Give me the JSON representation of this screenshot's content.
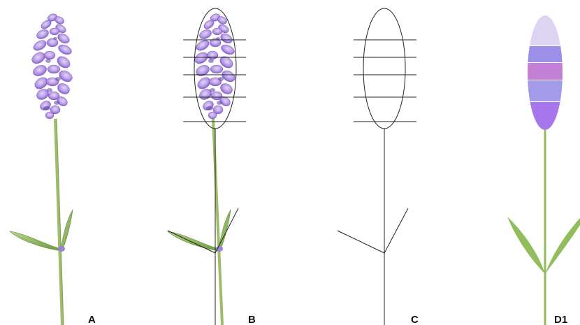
{
  "panels": [
    {
      "id": "A",
      "label": "A",
      "description_kind": "photo-lavender"
    },
    {
      "id": "B",
      "label": "B",
      "description_kind": "photo-with-guides"
    },
    {
      "id": "C",
      "label": "C",
      "description_kind": "guide-lines-only"
    },
    {
      "id": "D1",
      "label": "D1",
      "description_kind": "flat-vector"
    }
  ],
  "colors": {
    "stem": "#9dbd6a",
    "stem_dark": "#7fa14e",
    "leaf": "#92bd5c",
    "leaf_dark": "#6f9a3e",
    "flower_light": "#cbb4ee",
    "flower_mid": "#a88ae0",
    "flower_dark": "#7b55c8",
    "line": "#222222",
    "band_1": "#ddd3f3",
    "band_2": "#9b8fe6",
    "band_3": "#c27fd4",
    "band_4": "#a39ae8",
    "band_5": "#a676ea"
  }
}
